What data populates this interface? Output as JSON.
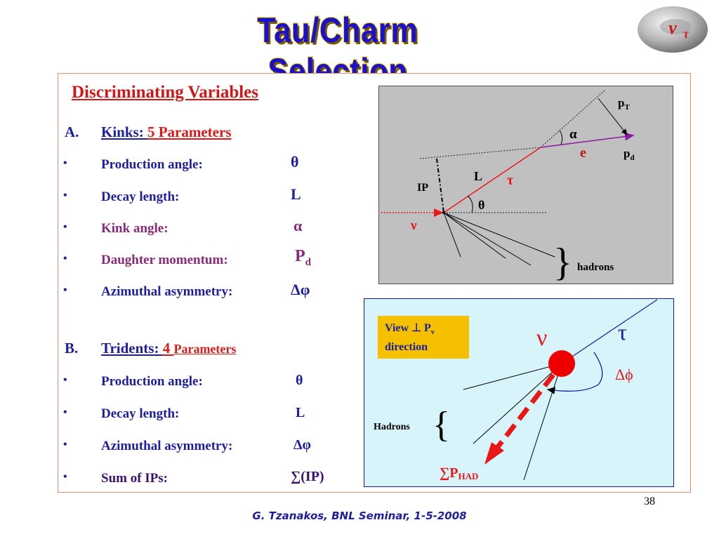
{
  "slide": {
    "title": "Tau/Charm  Selection",
    "logo_symbol": "ν",
    "logo_subscript": "τ",
    "heading": "Discriminating Variables",
    "section_a": {
      "marker": "A.",
      "label": "Kinks: ",
      "count": "5 Parameters",
      "items": [
        {
          "bullet": "•",
          "label": "Production angle:",
          "symbol": "θ"
        },
        {
          "bullet": "•",
          "label": "Decay length:",
          "symbol": "L"
        },
        {
          "bullet": "•",
          "label": "Kink angle:",
          "symbol": "α"
        },
        {
          "bullet": "•",
          "label": "Daughter momentum:",
          "symbol": "P",
          "symbol_sub": "d"
        },
        {
          "bullet": "•",
          "label": "Azimuthal asymmetry:",
          "symbol": "Δφ"
        }
      ]
    },
    "section_b": {
      "marker": "B.",
      "label": "Tridents: ",
      "count_num": "4 ",
      "count_word": "Parameters",
      "items": [
        {
          "bullet": "•",
          "label": "Production angle:",
          "symbol": "θ"
        },
        {
          "bullet": "•",
          "label": "Decay length:",
          "symbol": "L"
        },
        {
          "bullet": "•",
          "label": "Azimuthal asymmetry:",
          "symbol": "Δφ"
        },
        {
          "bullet": "•",
          "label": "Sum of IPs:",
          "symbol": "∑(IP)"
        }
      ]
    },
    "kink_diagram": {
      "pt": "p",
      "pt_sub": "T",
      "alpha": "α",
      "e": "e",
      "pd": "p",
      "pd_sub": "d",
      "L": "L",
      "tau": "τ",
      "IP": "IP",
      "theta": "θ",
      "nu": "ν",
      "brace": "}",
      "hadrons": "hadrons"
    },
    "trident_diagram": {
      "view_text": "View  ⊥ P",
      "view_sub": "ν",
      "direction": "direction",
      "nu": "ν",
      "tau": "τ",
      "dphi": "Δϕ",
      "hadrons": "Hadrons",
      "brace": "{",
      "phad": "∑P",
      "phad_sub": "HAD"
    },
    "colors": {
      "title": "#1a10d0",
      "title_outline": "#f4c800",
      "heading": "#d01818",
      "text": "#1e1ea0",
      "tau_track": "#e81818",
      "electron_track": "#8a1aa0",
      "vertex": "#e80000",
      "panel1_bg": "#c0c0c0",
      "panel2_bg": "#d6f4fa",
      "view_box": "#f4c000"
    },
    "footer": "G. Tzanakos, BNL Seminar, 1-5-2008",
    "page_number": "38"
  }
}
